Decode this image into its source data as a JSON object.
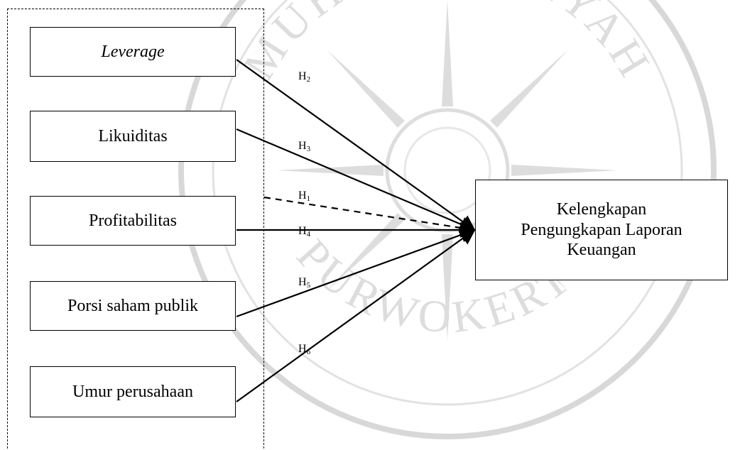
{
  "diagram": {
    "independent_variables": [
      {
        "id": "leverage",
        "label": "Leverage"
      },
      {
        "id": "likuiditas",
        "label": "Likuiditas"
      },
      {
        "id": "profitabilitas",
        "label": "Profitabilitas"
      },
      {
        "id": "porsi",
        "label": "Porsi saham publik"
      },
      {
        "id": "umur",
        "label": "Umur perusahaan"
      }
    ],
    "dependent_variable": {
      "line1": "Kelengkapan",
      "line2": "Pengungkapan Laporan",
      "line3": "Keuangan"
    },
    "hypotheses": [
      {
        "base": "H",
        "sub": "2",
        "from": "leverage",
        "style": "solid"
      },
      {
        "base": "H",
        "sub": "3",
        "from": "likuiditas",
        "style": "solid"
      },
      {
        "base": "H",
        "sub": "1",
        "from": "dashed-frame",
        "style": "dashed"
      },
      {
        "base": "H",
        "sub": "4",
        "from": "profitabilitas",
        "style": "solid"
      },
      {
        "base": "H",
        "sub": "5",
        "from": "porsi",
        "style": "solid"
      },
      {
        "base": "H",
        "sub": "6",
        "from": "umur",
        "style": "solid"
      }
    ],
    "watermark": {
      "text_top": "MUHAMMADIYAH",
      "text_bottom": "PURWOKERTO"
    }
  }
}
